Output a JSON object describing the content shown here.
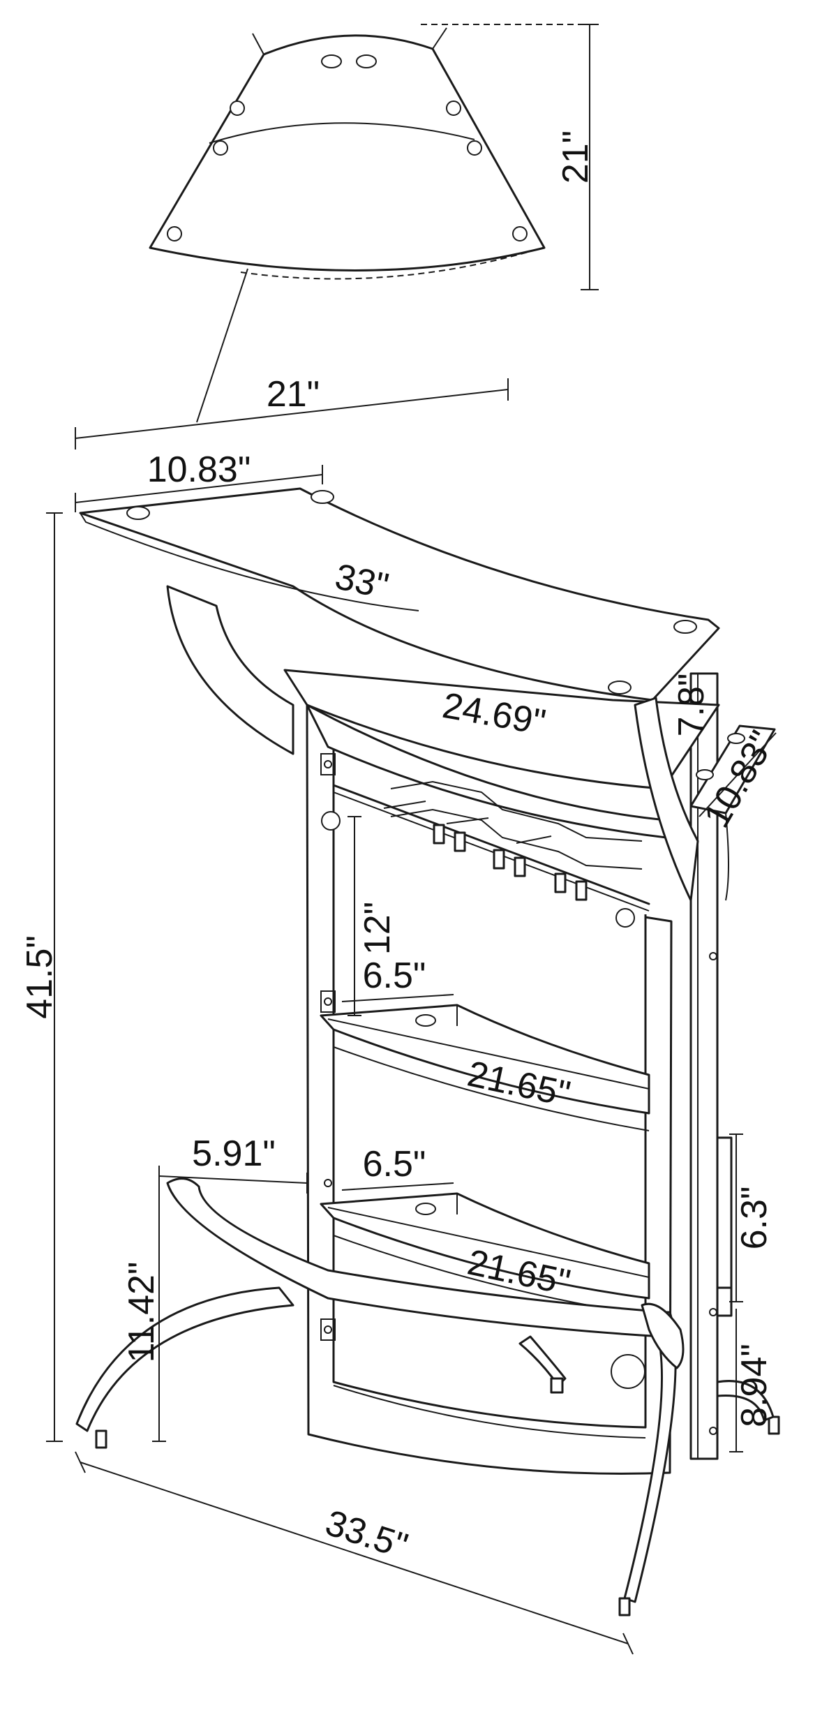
{
  "top_view": {
    "depth_label": "21\"",
    "width_label": "21\""
  },
  "main_view": {
    "top_left_width": "10.83\"",
    "top_arc_length": "33\"",
    "front_arc_length": "24.69\"",
    "side_thickness": "7.8\"",
    "side_width": "10.83\"",
    "overall_height": "41.5\"",
    "rack_gap": "12\"",
    "upper_shelf_depth": "6.5\"",
    "upper_shelf_arc": "21.65\"",
    "lower_shelf_depth": "6.5\"",
    "lower_shelf_arc": "21.65\"",
    "footrest_offset": "5.91\"",
    "footrest_height": "11.42\"",
    "side_panel_height": "6.3\"",
    "side_foot_height": "8.94\"",
    "base_width": "33.5\""
  }
}
